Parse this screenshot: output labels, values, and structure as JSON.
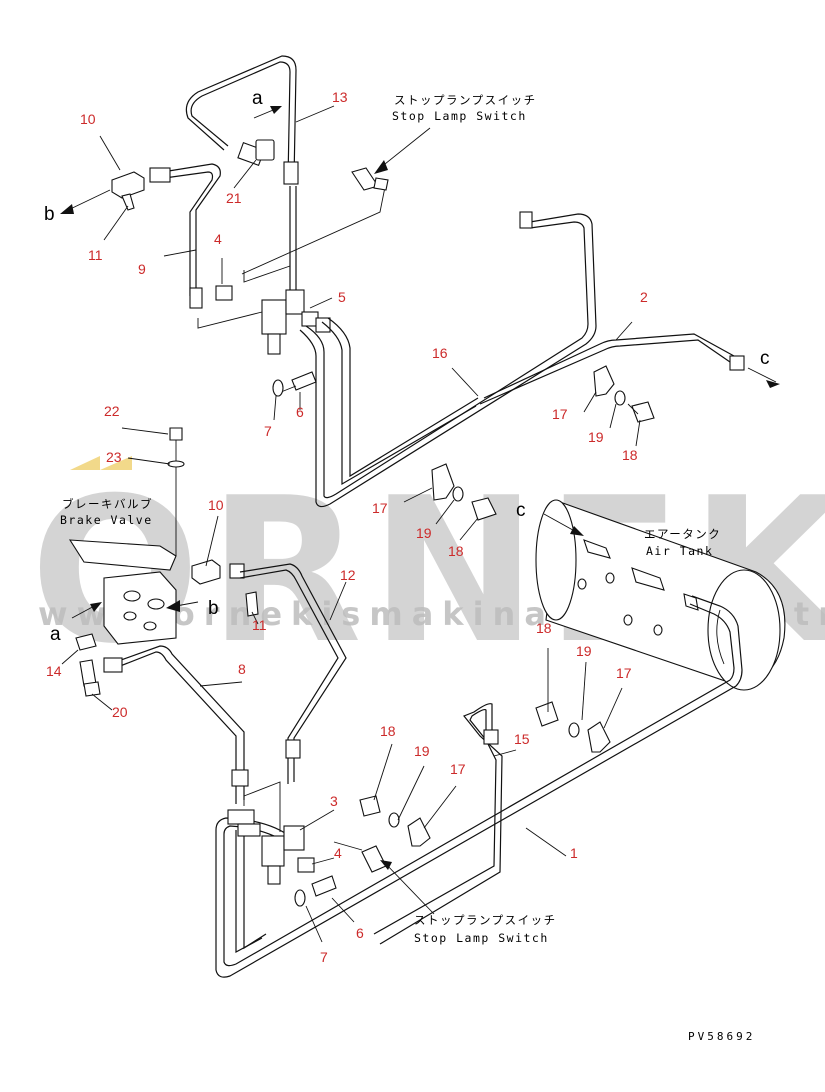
{
  "watermark": {
    "brand": "ORNEK",
    "url": "www.ornekismakinalari.com.tr",
    "accent_color": "#f2d98a"
  },
  "labels": {
    "stop_lamp_switch_jp": "ストップランプスイッチ",
    "stop_lamp_switch_en": "Stop Lamp Switch",
    "brake_valve_jp": "ブレーキバルブ",
    "brake_valve_en": "Brake Valve",
    "air_tank_jp": "エアータンク",
    "air_tank_en": "Air Tank"
  },
  "arrow_letters": {
    "a": "a",
    "b": "b",
    "c": "c"
  },
  "part_numbers": [
    "1",
    "2",
    "3",
    "4",
    "5",
    "6",
    "7",
    "8",
    "9",
    "10",
    "11",
    "12",
    "13",
    "14",
    "15",
    "16",
    "17",
    "18",
    "19",
    "20",
    "21",
    "22",
    "23"
  ],
  "drawing_code": "PV58692",
  "colors": {
    "callout": "#cc2a2a",
    "ink": "#111111",
    "watermark": "#c9c9c9"
  }
}
